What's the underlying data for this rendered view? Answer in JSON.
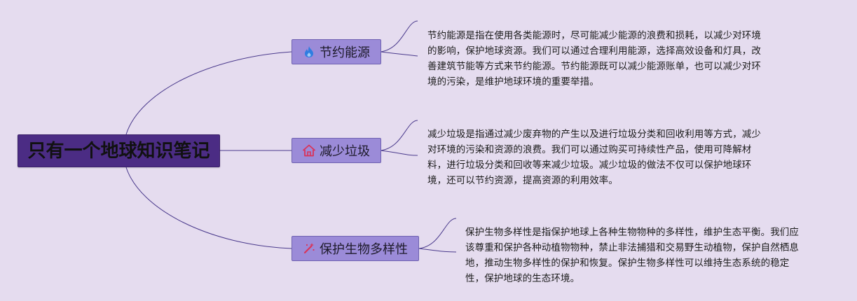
{
  "root": {
    "title": "只有一个地球知识笔记"
  },
  "branches": [
    {
      "label": "节约能源",
      "icon": "flame-icon",
      "icon_color": "#2f7de1",
      "lines": [
        "节约能源是指在使用各类能源时，尽可能减少能源的浪费和损耗，以减少对环境",
        "的影响，保护地球资源。我们可以通过合理利用能源，选择高效设备和灯具，改",
        "善建筑节能等方式来节约能源。节约能源既可以减少能源账单，也可以减少对环",
        "境的污染，是维护地球环境的重要举措。"
      ]
    },
    {
      "label": "减少垃圾",
      "icon": "home-icon",
      "icon_color": "#d9345a",
      "lines": [
        "减少垃圾是指通过减少废弃物的产生以及进行垃圾分类和回收利用等方式，减少",
        "对环境的污染和资源的浪费。我们可以通过购买可持续性产品，使用可降解材",
        "料，进行垃圾分类和回收等来减少垃圾。减少垃圾的做法不仅可以保护地球环",
        "境，还可以节约资源，提高资源的利用效率。"
      ]
    },
    {
      "label": "保护生物多样性",
      "icon": "magic-wand-icon",
      "icon_color": "#d9345a",
      "lines": [
        "保护生物多样性是指保护地球上各种生物物种的多样性，维护生态平衡。我们应",
        "该尊重和保护各种动植物物种，禁止非法捕猎和交易野生动植物，保护自然栖息",
        "地，推动生物多样性的保护和恢复。保护生物多样性可以维持生态系统的稳定",
        "性，保护地球的生态环境。"
      ]
    }
  ],
  "colors": {
    "background": "#e5dcef",
    "root_fill": "#4b2c84",
    "branch_fill": "#9b8bd8",
    "connector": "#4a3a8c"
  }
}
